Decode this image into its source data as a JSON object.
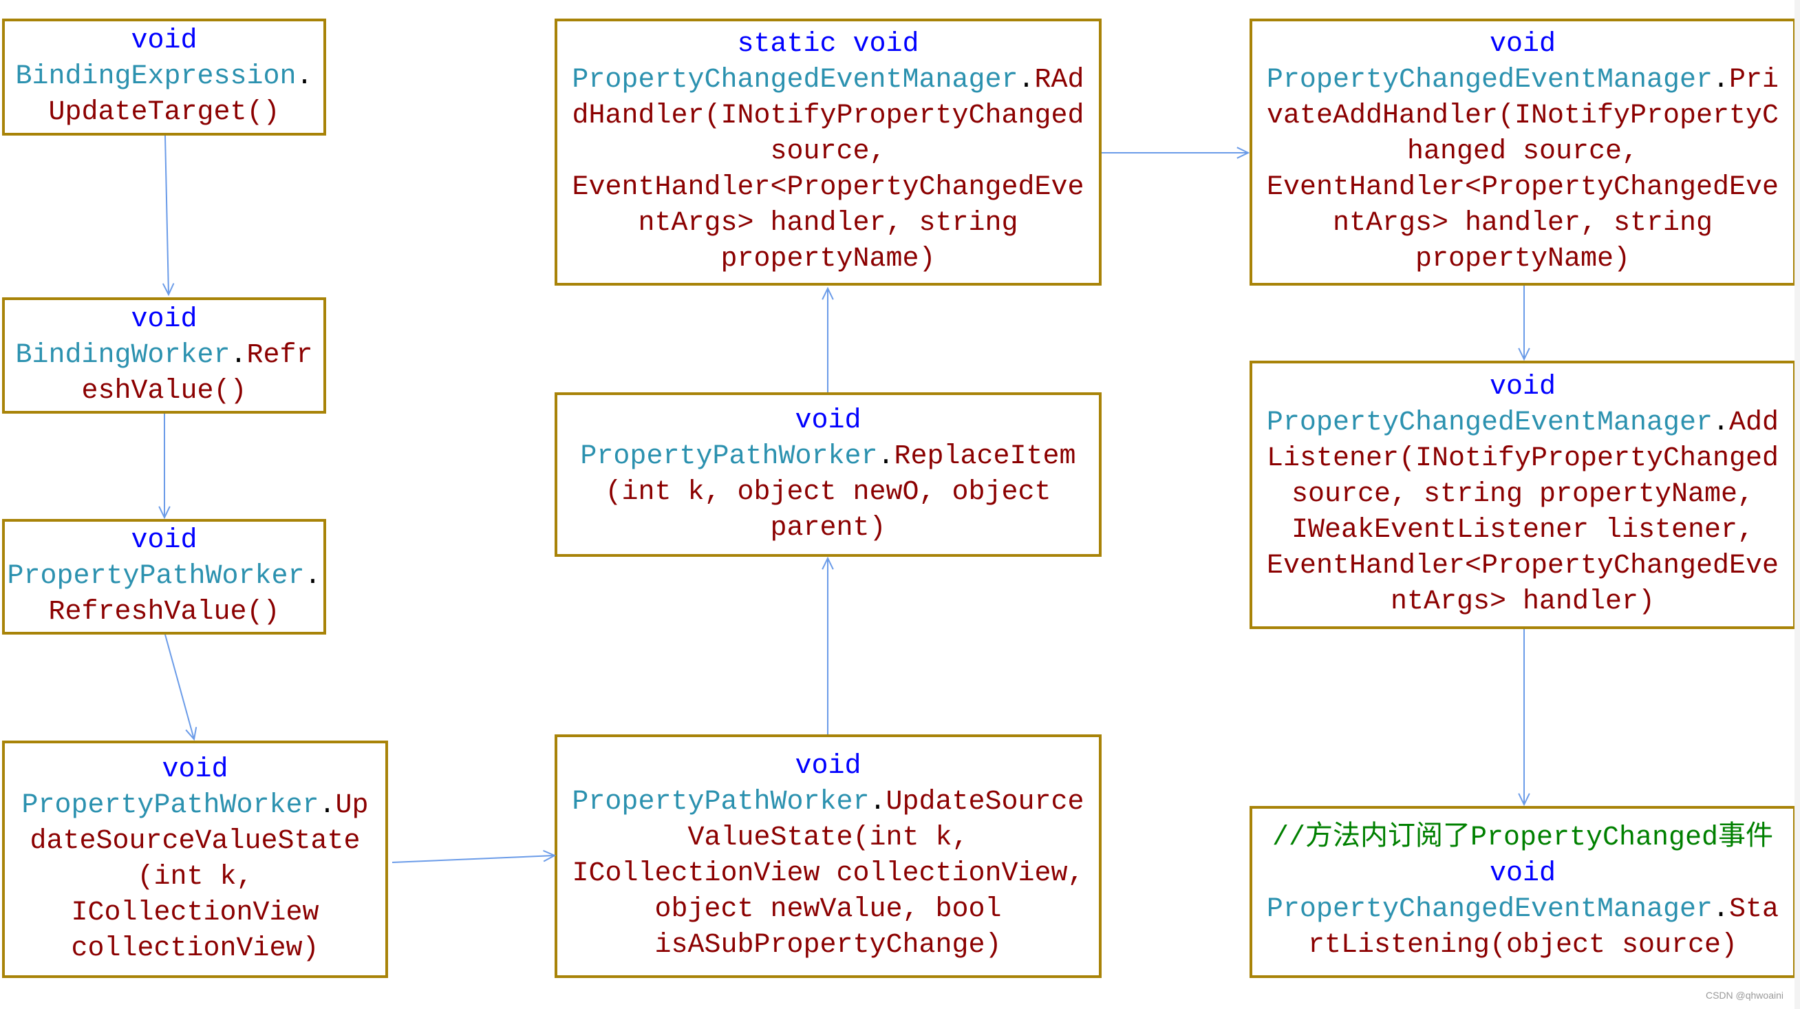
{
  "colors": {
    "keyword": "#0000ff",
    "type": "#2b91af",
    "method": "#8b0000",
    "comment": "#008000",
    "border": "#a88308",
    "arrow": "#6a9be8"
  },
  "boxes": [
    {
      "id": "binding-expression-update-target",
      "lines": [
        [
          [
            "kw",
            "void"
          ]
        ],
        [
          [
            "type",
            "BindingExpression"
          ],
          [
            "p",
            "."
          ]
        ],
        [
          [
            "m",
            "UpdateTarget()"
          ]
        ]
      ]
    },
    {
      "id": "binding-worker-refresh-value",
      "lines": [
        [
          [
            "kw",
            "void"
          ]
        ],
        [
          [
            "type",
            "BindingWorker"
          ],
          [
            "p",
            "."
          ],
          [
            "m",
            "Refr"
          ]
        ],
        [
          [
            "m",
            "eshValue()"
          ]
        ]
      ]
    },
    {
      "id": "property-path-worker-refresh-value",
      "lines": [
        [
          [
            "kw",
            "void"
          ]
        ],
        [
          [
            "type",
            "PropertyPathWorker"
          ],
          [
            "p",
            "."
          ]
        ],
        [
          [
            "m",
            "RefreshValue()"
          ]
        ]
      ]
    },
    {
      "id": "property-path-worker-update-source-value-state-2",
      "lines": [
        [
          [
            "kw",
            "void"
          ]
        ],
        [
          [
            "type",
            "PropertyPathWorker"
          ],
          [
            "p",
            "."
          ],
          [
            "m",
            "Up"
          ]
        ],
        [
          [
            "m",
            "dateSourceValueState"
          ]
        ],
        [
          [
            "m",
            "(int k,"
          ]
        ],
        [
          [
            "m",
            "ICollectionView"
          ]
        ],
        [
          [
            "m",
            "collectionView)"
          ]
        ]
      ]
    },
    {
      "id": "radd-handler",
      "lines": [
        [
          [
            "kw",
            "static void"
          ]
        ],
        [
          [
            "type",
            "PropertyChangedEventManager"
          ],
          [
            "p",
            "."
          ],
          [
            "m",
            "RAd"
          ]
        ],
        [
          [
            "m",
            "dHandler(INotifyPropertyChanged"
          ]
        ],
        [
          [
            "m",
            "source,"
          ]
        ],
        [
          [
            "m",
            "EventHandler<PropertyChangedEve"
          ]
        ],
        [
          [
            "m",
            "ntArgs> handler, string"
          ]
        ],
        [
          [
            "m",
            "propertyName)"
          ]
        ]
      ]
    },
    {
      "id": "replace-item",
      "lines": [
        [
          [
            "kw",
            "void"
          ]
        ],
        [
          [
            "type",
            "PropertyPathWorker"
          ],
          [
            "p",
            "."
          ],
          [
            "m",
            "ReplaceItem"
          ]
        ],
        [
          [
            "m",
            "(int k, object newO, object"
          ]
        ],
        [
          [
            "m",
            "parent)"
          ]
        ]
      ]
    },
    {
      "id": "property-path-worker-update-source-value-state-5",
      "lines": [
        [
          [
            "kw",
            "void"
          ]
        ],
        [
          [
            "type",
            "PropertyPathWorker"
          ],
          [
            "p",
            "."
          ],
          [
            "m",
            "UpdateSource"
          ]
        ],
        [
          [
            "m",
            "ValueState(int k,"
          ]
        ],
        [
          [
            "m",
            "ICollectionView collectionView,"
          ]
        ],
        [
          [
            "m",
            "object newValue, bool"
          ]
        ],
        [
          [
            "m",
            "isASubPropertyChange)"
          ]
        ]
      ]
    },
    {
      "id": "private-add-handler",
      "lines": [
        [
          [
            "kw",
            "void"
          ]
        ],
        [
          [
            "type",
            "PropertyChangedEventManager"
          ],
          [
            "p",
            "."
          ],
          [
            "m",
            "Pri"
          ]
        ],
        [
          [
            "m",
            "vateAddHandler(INotifyPropertyC"
          ]
        ],
        [
          [
            "m",
            "hanged source,"
          ]
        ],
        [
          [
            "m",
            "EventHandler<PropertyChangedEve"
          ]
        ],
        [
          [
            "m",
            "ntArgs> handler, string"
          ]
        ],
        [
          [
            "m",
            "propertyName)"
          ]
        ]
      ]
    },
    {
      "id": "add-listener",
      "lines": [
        [
          [
            "kw",
            "void"
          ]
        ],
        [
          [
            "type",
            "PropertyChangedEventManager"
          ],
          [
            "p",
            "."
          ],
          [
            "m",
            "Add"
          ]
        ],
        [
          [
            "m",
            "Listener(INotifyPropertyChanged"
          ]
        ],
        [
          [
            "m",
            "source, string propertyName,"
          ]
        ],
        [
          [
            "m",
            "IWeakEventListener listener,"
          ]
        ],
        [
          [
            "m",
            "EventHandler<PropertyChangedEve"
          ]
        ],
        [
          [
            "m",
            "ntArgs> handler)"
          ]
        ]
      ]
    },
    {
      "id": "start-listening",
      "lines": [
        [
          [
            "c",
            "//方法内订阅了PropertyChanged事件"
          ]
        ],
        [
          [
            "kw",
            "void"
          ]
        ],
        [
          [
            "type",
            "PropertyChangedEventManager"
          ],
          [
            "p",
            "."
          ],
          [
            "m",
            "Sta"
          ]
        ],
        [
          [
            "m",
            "rtListening(object source)"
          ]
        ]
      ]
    }
  ],
  "watermark": "CSDN @qhwoaini"
}
